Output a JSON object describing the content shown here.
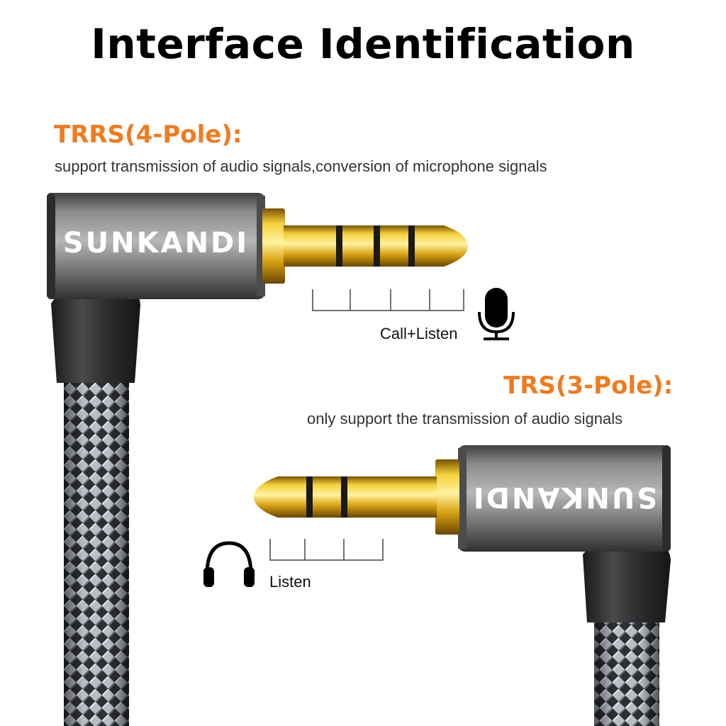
{
  "title": "Interface Identification",
  "trrs": {
    "heading": "TRRS(4-Pole):",
    "description": "support transmission of audio signals,conversion of microphone signals",
    "label": "Call+Listen",
    "brand": "SUNKANDI"
  },
  "trs": {
    "heading": "TRS(3-Pole):",
    "description": "only support the transmission of audio signals",
    "label": "Listen",
    "brand": "SUNKANDI"
  },
  "icons": {
    "trrs": "microphone-icon",
    "trs": "headphones-icon"
  },
  "colors": {
    "accent": "#f07b1e",
    "gold": "#e7b422",
    "housing": "#6f7173"
  }
}
